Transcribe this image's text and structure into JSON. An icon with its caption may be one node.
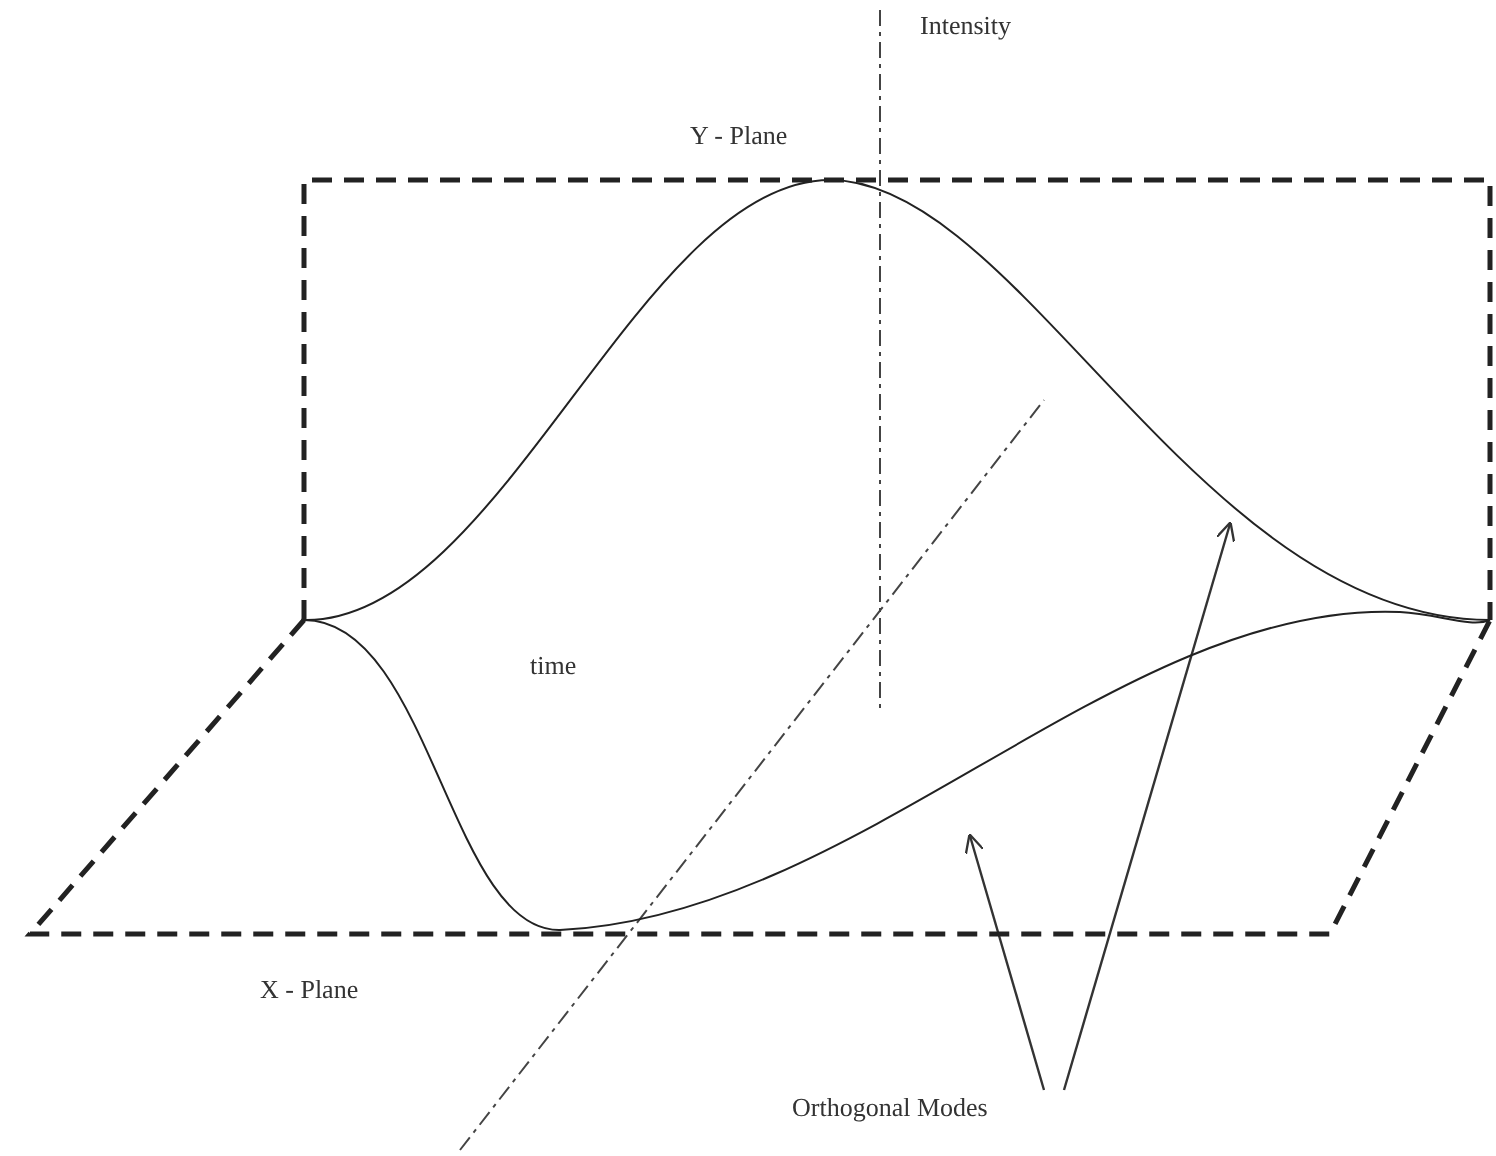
{
  "diagram": {
    "nodes": [
      {
        "text": [
          "Y - Plane"
        ]
      },
      {
        "text": [
          "X - Plane"
        ]
      },
      {
        "text": [],
        "shape": "curve",
        "in": 0
      },
      {
        "text": [],
        "shape": "curve",
        "in": 1
      },
      {
        "text": [
          "Orthogonal Modes"
        ]
      }
    ],
    "edges": [
      {
        "from": 4,
        "to": 2,
        "arrow": "to"
      },
      {
        "from": 4,
        "to": 3,
        "arrow": "to"
      }
    ],
    "labels": [
      "Intensity",
      "time"
    ]
  }
}
